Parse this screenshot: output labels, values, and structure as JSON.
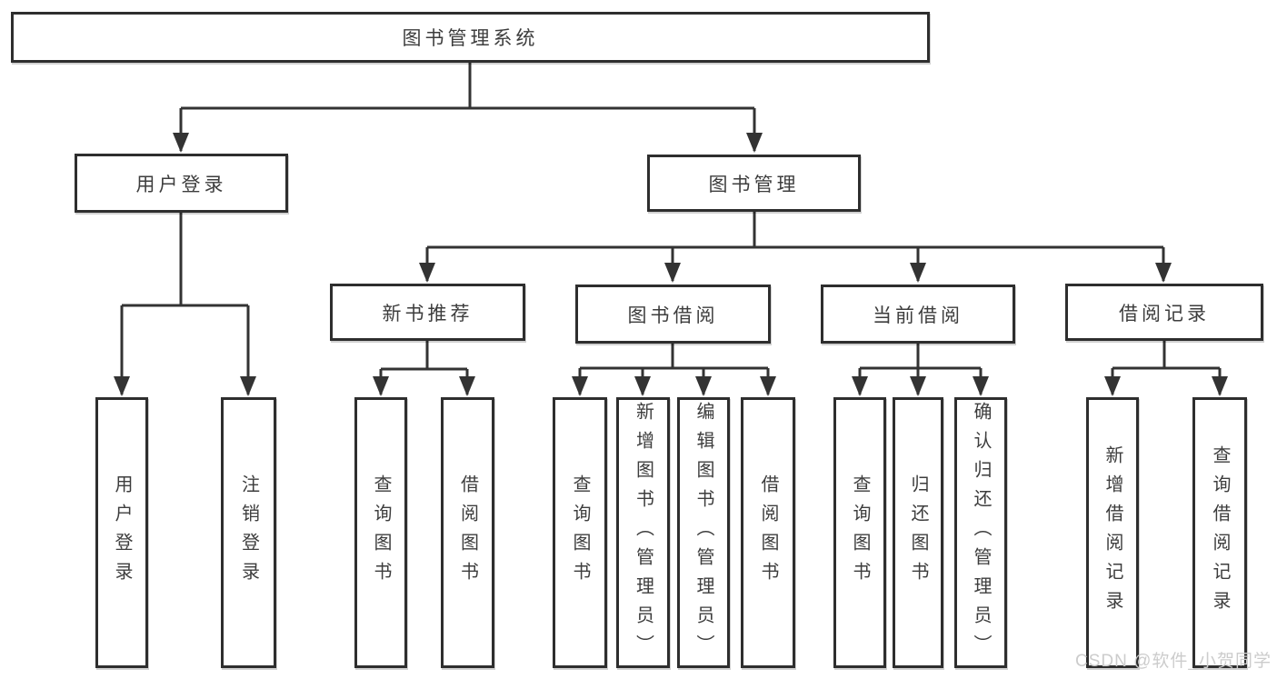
{
  "diagram_type": "tree",
  "colors": {
    "line": "#333333",
    "text": "#3d3d3d",
    "box_border": "#2e2e2e",
    "background": "#ffffff",
    "watermark": "#cccccc"
  },
  "tree": {
    "label": "图书管理系统",
    "children": [
      {
        "label": "用户登录",
        "children": [
          {
            "label": "用户登录"
          },
          {
            "label": "注销登录"
          }
        ]
      },
      {
        "label": "图书管理",
        "children": [
          {
            "label": "新书推荐",
            "children": [
              {
                "label": "查询图书"
              },
              {
                "label": "借阅图书"
              }
            ]
          },
          {
            "label": "图书借阅",
            "children": [
              {
                "label": "查询图书"
              },
              {
                "label": "新增图书（管理员）"
              },
              {
                "label": "编辑图书（管理员）"
              },
              {
                "label": "借阅图书"
              }
            ]
          },
          {
            "label": "当前借阅",
            "children": [
              {
                "label": "查询图书"
              },
              {
                "label": "归还图书"
              },
              {
                "label": "确认归还（管理员）"
              }
            ]
          },
          {
            "label": "借阅记录",
            "children": [
              {
                "label": "新增借阅记录"
              },
              {
                "label": "查询借阅记录"
              }
            ]
          }
        ]
      }
    ]
  },
  "watermark": "CSDN @软件_小贺同学"
}
